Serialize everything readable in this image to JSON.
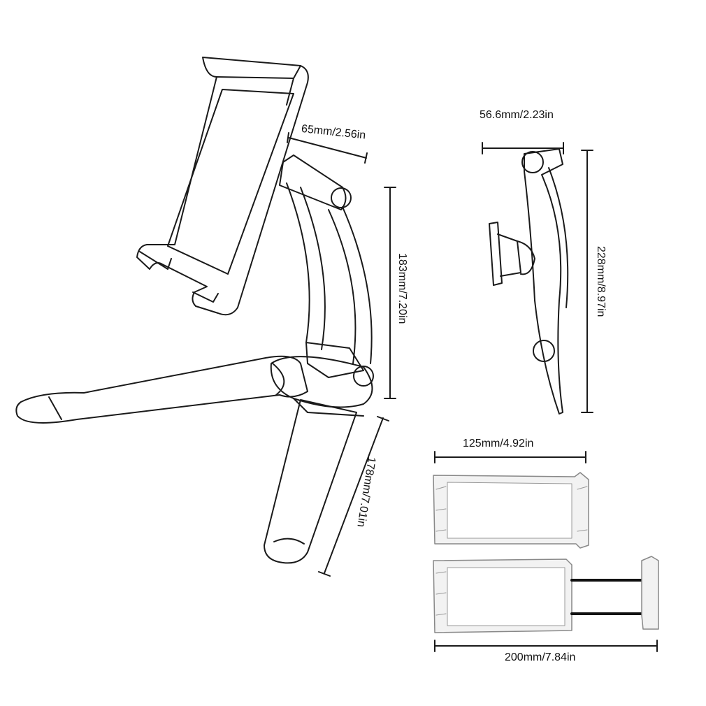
{
  "dimensions": {
    "holder_depth": "65mm/2.56in",
    "stand_height": "183mm/7.20in",
    "side_depth": "56.6mm/2.23in",
    "side_height": "228mm/8.97in",
    "leg_length": "178mm/7.01in",
    "clamp_min_width": "125mm/4.92in",
    "clamp_max_width": "200mm/7.84in"
  },
  "colors": {
    "line": "#1a1a1a",
    "tray_fill": "#f2f2f2",
    "background": "#ffffff"
  }
}
